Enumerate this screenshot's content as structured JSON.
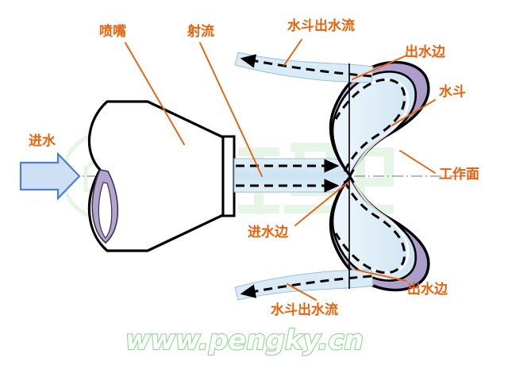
{
  "figure": {
    "title": "Pelton turbine bucket and nozzle jet diagram",
    "accent_color": "#e8620c",
    "bucket_body_color": "#b3a5cf",
    "bucket_surface_color": "#ddecf7",
    "jet_color": "#cfe4f2",
    "inlet_arrow_fill": "#cfe0f5",
    "inlet_arrow_stroke": "#4a7fd4",
    "outline_color": "#000000",
    "watermark_color": "#8fd88f"
  },
  "labels": {
    "nozzle": "喷嘴",
    "jet": "射流",
    "bucket_outflow_top": "水斗出水流",
    "outlet_edge_top": "出水边",
    "bucket": "水斗",
    "working_face": "工作面",
    "inlet_water": "进水",
    "inlet_edge": "进水边",
    "bucket_outflow_bottom": "水斗出水流",
    "outlet_edge_bottom": "出水边"
  },
  "footer": {
    "watermark": "www.pengky.cn"
  }
}
